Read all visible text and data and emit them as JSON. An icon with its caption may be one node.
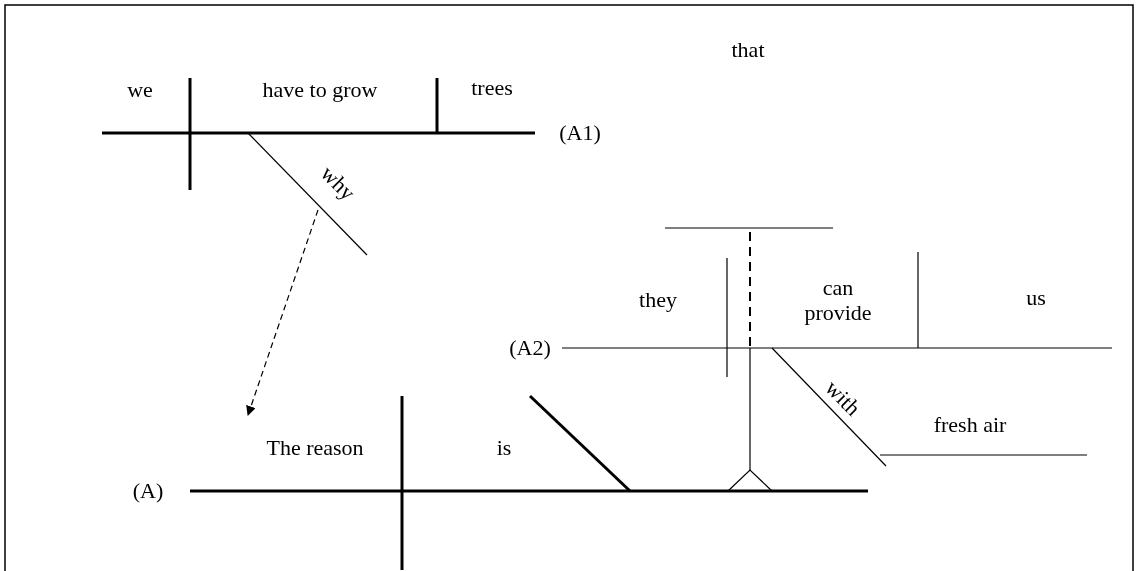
{
  "diagram": {
    "nodes": [
      {
        "text": [
          "why"
        ]
      },
      {
        "text": [
          "The reason"
        ]
      }
    ],
    "edges": [
      {
        "from": 0,
        "to": 1,
        "arrow": "to",
        "style": "dashed"
      }
    ],
    "labels": [
      "we",
      "have to grow",
      "trees",
      "(A1)",
      "that",
      "they",
      "can provide",
      "us",
      "(A2)",
      "with",
      "fresh air",
      "is",
      "(A)"
    ]
  }
}
